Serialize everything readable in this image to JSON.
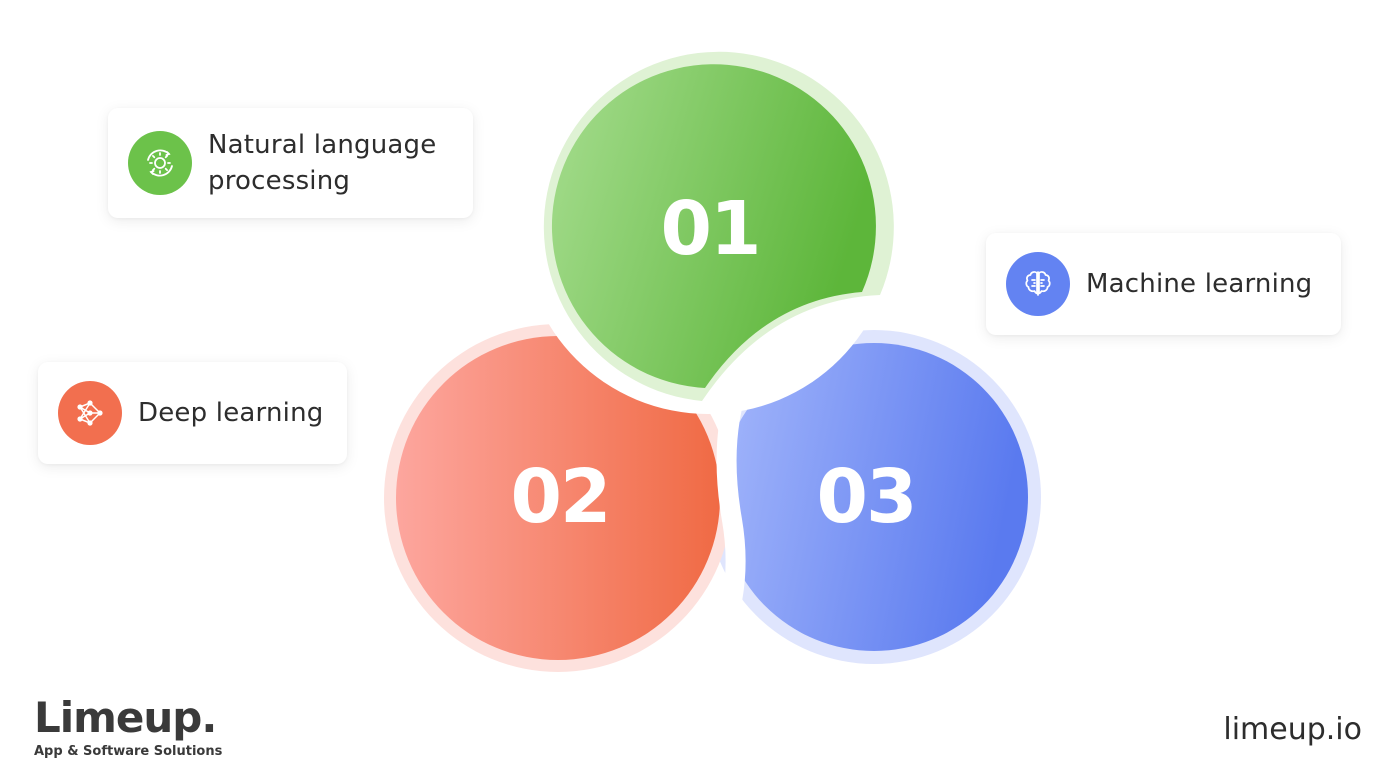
{
  "items": [
    {
      "number": "01",
      "label_lines": [
        "Natural language",
        "processing"
      ],
      "color": "#6cc24a",
      "icon": "gear-cycle-icon"
    },
    {
      "number": "02",
      "label_lines": [
        "Deep learning"
      ],
      "color": "#f26f4f",
      "icon": "neural-network-icon"
    },
    {
      "number": "03",
      "label_lines": [
        "Machine learning"
      ],
      "color": "#6383f2",
      "icon": "brain-chip-icon"
    }
  ],
  "colors": {
    "green_light": "#a3dc8b",
    "green_dark": "#5fb83c",
    "red_light": "#fca39b",
    "red_dark": "#f16b45",
    "blue_light": "#a2b5fb",
    "blue_dark": "#5b7bef",
    "text": "#2d2d2d"
  },
  "brand": {
    "name": "Limeup.",
    "tagline": "App & Software Solutions",
    "site": "limeup.io"
  }
}
